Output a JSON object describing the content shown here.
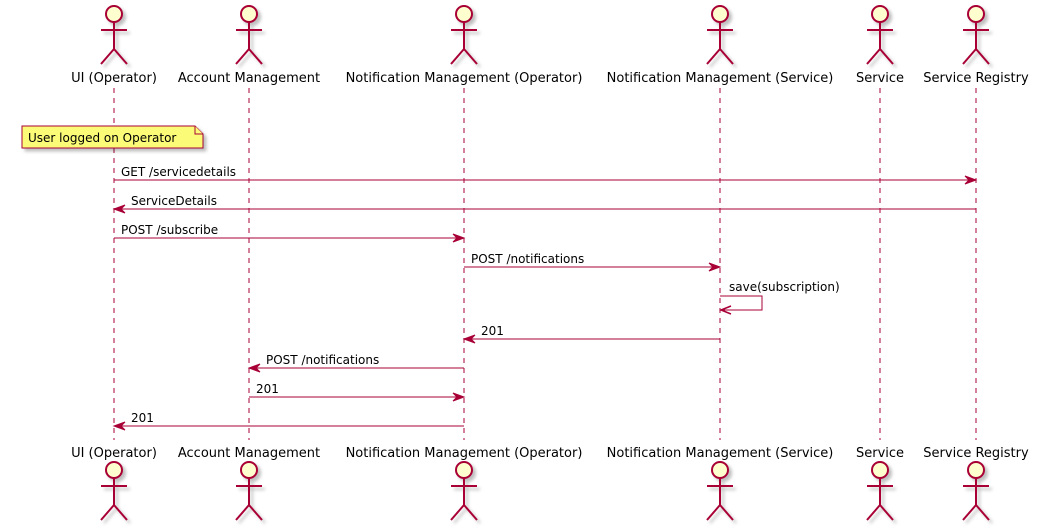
{
  "colors": {
    "line": "#A80036",
    "actor_fill": "#FEFECE",
    "actor_stroke": "#A80036",
    "note_fill": "#FBFB77",
    "note_stroke": "#A80036",
    "lifeline": "#A80036",
    "text": "#000000"
  },
  "participants": [
    {
      "id": "ui",
      "name": "UI (Operator)"
    },
    {
      "id": "acc",
      "name": "Account Management"
    },
    {
      "id": "nmo",
      "name": "Notification Management (Operator)"
    },
    {
      "id": "nms",
      "name": "Notification Management (Service)"
    },
    {
      "id": "svc",
      "name": "Service"
    },
    {
      "id": "reg",
      "name": "Service Registry"
    }
  ],
  "note": {
    "over": "ui",
    "text": "User logged on Operator"
  },
  "messages": [
    {
      "from": "ui",
      "to": "reg",
      "label": "GET /servicedetails"
    },
    {
      "from": "reg",
      "to": "ui",
      "label": "ServiceDetails"
    },
    {
      "from": "ui",
      "to": "nmo",
      "label": "POST /subscribe"
    },
    {
      "from": "nmo",
      "to": "nms",
      "label": "POST /notifications"
    },
    {
      "from": "nms",
      "to": "nms",
      "label": "save(subscription)"
    },
    {
      "from": "nms",
      "to": "nmo",
      "label": "201"
    },
    {
      "from": "nmo",
      "to": "acc",
      "label": "POST /notifications"
    },
    {
      "from": "acc",
      "to": "nmo",
      "label": "201"
    },
    {
      "from": "nmo",
      "to": "ui",
      "label": "201"
    }
  ]
}
